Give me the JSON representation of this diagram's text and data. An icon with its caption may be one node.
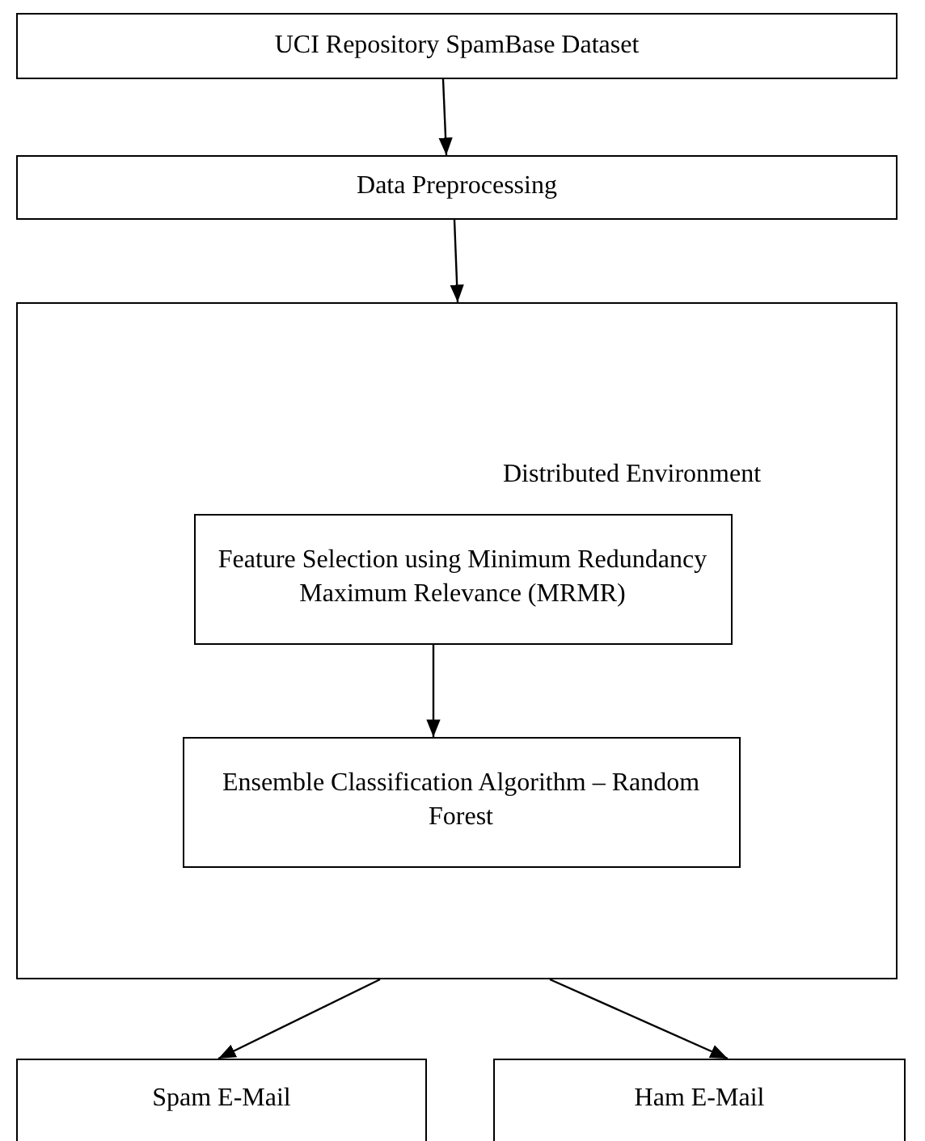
{
  "diagram": {
    "nodes": [
      {
        "text": [
          "UCI Repository SpamBase Dataset"
        ]
      },
      {
        "text": [
          "Data Preprocessing"
        ]
      },
      {
        "text": [
          "Distributed Environment"
        ]
      },
      {
        "text": [
          "Feature Selection using Minimum Redundancy Maximum Relevance (MRMR)"
        ],
        "in": 2
      },
      {
        "text": [
          "Ensemble Classification Algorithm – Random Forest"
        ],
        "in": 2
      },
      {
        "text": [
          "Spam E-Mail"
        ]
      },
      {
        "text": [
          "Ham E-Mail"
        ]
      }
    ],
    "edges": [
      {
        "from": 0,
        "to": 1,
        "arrow": "to"
      },
      {
        "from": 1,
        "to": 2,
        "arrow": "to"
      },
      {
        "from": 3,
        "to": 4,
        "arrow": "to"
      },
      {
        "from": 2,
        "to": 5,
        "arrow": "to"
      },
      {
        "from": 2,
        "to": 6,
        "arrow": "to"
      }
    ]
  }
}
